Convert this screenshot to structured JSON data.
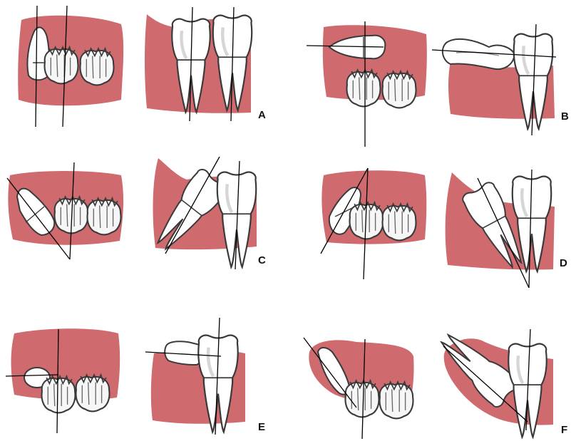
{
  "colors": {
    "gum": "#cf6a6f",
    "gum_dark": "#b44d55",
    "tooth_fill": "#ffffff",
    "tooth_shade": "#e6e6e6",
    "outline": "#3a3a3a",
    "axis_line": "#000000",
    "background": "#ffffff"
  },
  "panels": [
    {
      "label": "A",
      "impaction": "vertical",
      "icon": "vertical-impaction-diagram"
    },
    {
      "label": "B",
      "impaction": "horizontal",
      "icon": "horizontal-impaction-diagram"
    },
    {
      "label": "C",
      "impaction": "mesioangular",
      "icon": "mesioangular-impaction-diagram"
    },
    {
      "label": "D",
      "impaction": "distoangular",
      "icon": "distoangular-impaction-diagram"
    },
    {
      "label": "E",
      "impaction": "buccolingual",
      "icon": "buccolingual-impaction-diagram"
    },
    {
      "label": "F",
      "impaction": "inverted",
      "icon": "inverted-impaction-diagram"
    }
  ]
}
